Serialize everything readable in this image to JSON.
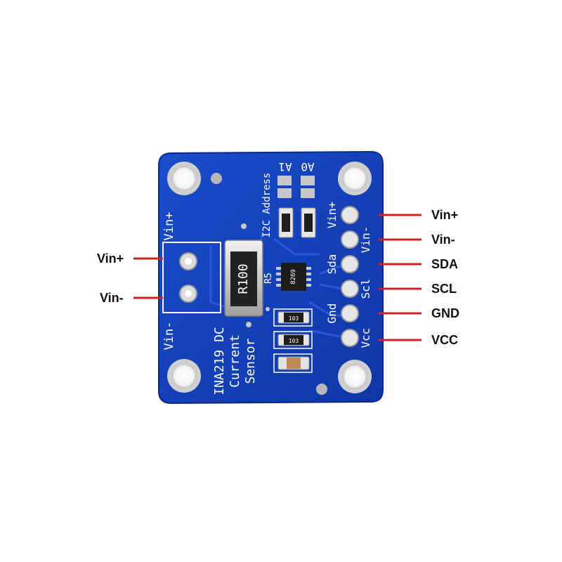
{
  "callouts": {
    "left": [
      {
        "label": "Vin+"
      },
      {
        "label": "Vin-"
      }
    ],
    "right": [
      {
        "label": "Vin+"
      },
      {
        "label": "Vin-"
      },
      {
        "label": "SDA"
      },
      {
        "label": "SCL"
      },
      {
        "label": "GND"
      },
      {
        "label": "VCC"
      }
    ],
    "line_color": "#d42020"
  },
  "board": {
    "pcb_color": "#1340b8",
    "silkscreen": {
      "title_lines": [
        "INA219 DC",
        "Current",
        "Sensor"
      ],
      "address_label": "I2C Address",
      "address_bits": [
        "A1",
        "A0"
      ],
      "shunt_marking": "R100",
      "shunt_ref": "R5",
      "left_terminal_top": "Vin+",
      "left_terminal_bottom": "Vin-",
      "header_pins": [
        "Vin+",
        "Vin-",
        "Sda",
        "Scl",
        "Gnd",
        "Vcc"
      ],
      "resistor_marking": "103",
      "chip_marking": "8269"
    }
  }
}
